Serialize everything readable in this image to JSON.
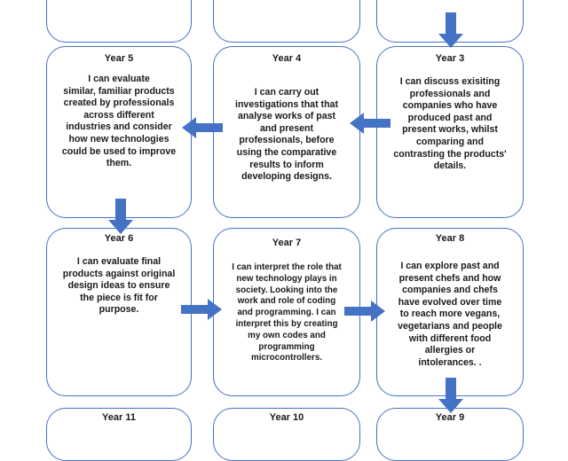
{
  "colors": {
    "arrow": "#4472c4",
    "border": "#4472c4"
  },
  "cards": {
    "year5": {
      "title": "Year 5",
      "lines": [
        "I can evaluate",
        "similar, familiar products",
        "created by professionals",
        "across different",
        "industries and  consider",
        "how new technologies",
        "could be used to improve",
        "them."
      ]
    },
    "year4": {
      "title": "Year 4",
      "lines": [
        "I can carry out",
        "investigations that that",
        "analyse works of past",
        "and present",
        "professionals, before",
        "using the comparative",
        "results to inform",
        "developing designs."
      ]
    },
    "year3": {
      "title": "Year 3",
      "lines": [
        "I can discuss exisiting",
        "professionals and",
        "companies who have",
        "produced past and",
        "present works, whilst",
        "comparing and",
        "contrasting the products'",
        "details."
      ]
    },
    "year6": {
      "title": "Year 6",
      "lines": [
        "I can evaluate final",
        "products against original",
        "design ideas to ensure",
        "the piece is fit for",
        "purpose."
      ]
    },
    "year7": {
      "title": "Year 7",
      "lines": [
        "I can interpret the role that",
        "new technology plays in",
        "society. Looking into the",
        "work and role of coding",
        "and programming. I can",
        "interpret this by creating",
        "my own codes and",
        "programming",
        "microcontrollers."
      ]
    },
    "year8": {
      "title": "Year 8",
      "lines": [
        "I can explore past and",
        "present chefs and how",
        "companies and chefs",
        "have evolved over time",
        "to reach more vegans,",
        "vegetarians and people",
        "with different food",
        "allergies or",
        "intolerances.  ."
      ]
    },
    "year11": {
      "title": "Year 11"
    },
    "year10": {
      "title": "Year 10"
    },
    "year9": {
      "title": "Year 9"
    }
  }
}
